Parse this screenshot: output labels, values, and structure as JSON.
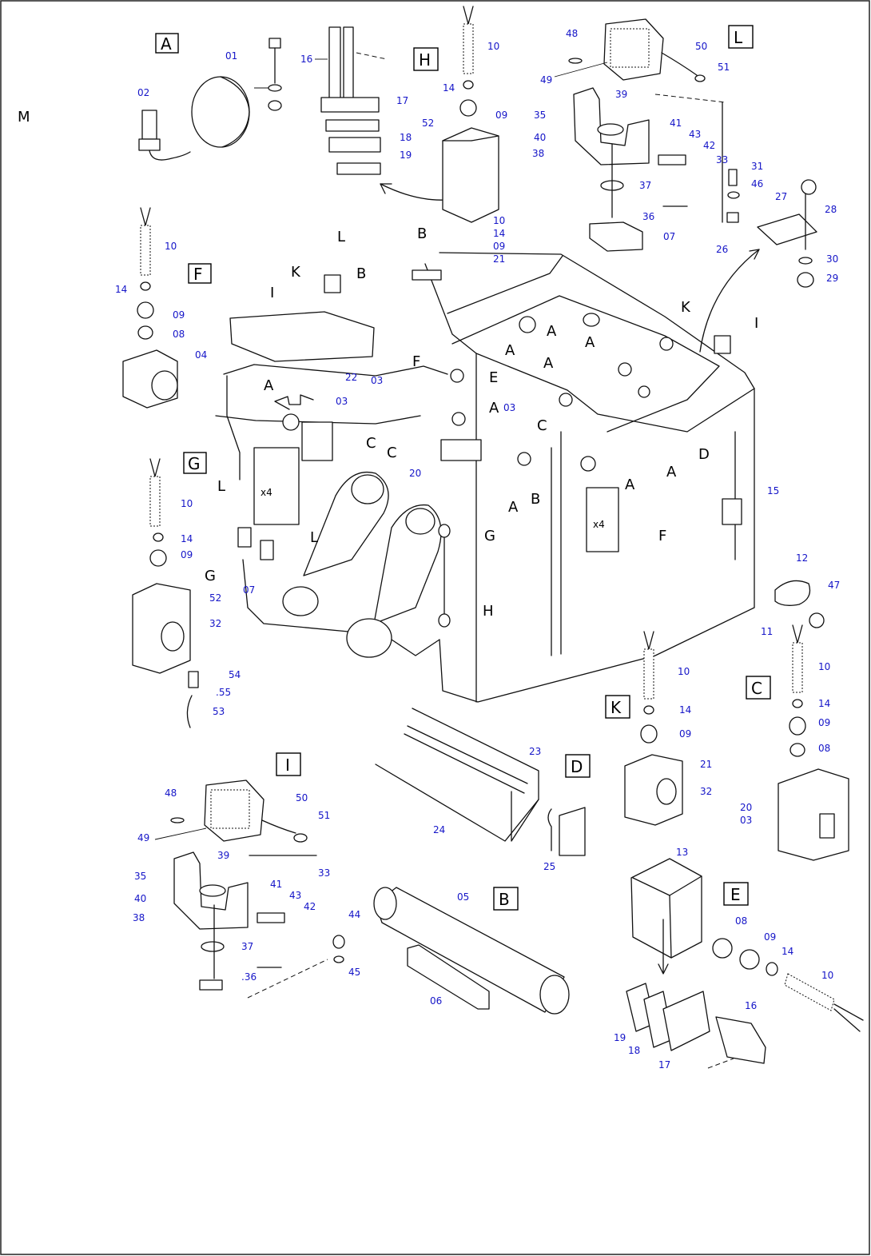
{
  "sheet_letter": "M",
  "views": [
    "A",
    "H",
    "L",
    "F",
    "G",
    "K",
    "C",
    "I",
    "D",
    "B",
    "E"
  ],
  "quantity_labels": [
    "x4",
    "x4"
  ],
  "arrow_labels": [
    "A",
    "A",
    "A",
    "A",
    "A",
    "A",
    "A",
    "A",
    "A",
    "B",
    "B",
    "B",
    "C",
    "C",
    "C",
    "D",
    "E",
    "F",
    "F",
    "G",
    "G",
    "H",
    "I",
    "I",
    "K",
    "K",
    "L",
    "L",
    "L"
  ],
  "callouts": {
    "c01": "01",
    "c02": "02",
    "c16a": "16",
    "c17a": "17",
    "c18a": "18",
    "c19a": "19",
    "h10": "10",
    "h14": "14",
    "h09": "09",
    "h52": "52",
    "s10": "10",
    "s14": "14",
    "s09": "09",
    "s21": "21",
    "l48": "48",
    "l49": "49",
    "l50": "50",
    "l51": "51",
    "l35": "35",
    "l40": "40",
    "l38": "38",
    "l39": "39",
    "l41": "41",
    "l43": "43",
    "l42": "42",
    "l33": "33",
    "l37": "37",
    "l36": "36",
    "l07": "07",
    "r31": "31",
    "r46": "46",
    "r26": "26",
    "r27": "27",
    "r28": "28",
    "r30": "30",
    "r29": "29",
    "f10": "10",
    "f14": "14",
    "f09": "09",
    "f08": "08",
    "f04": "04",
    "m22": "22",
    "m03a": "03",
    "m03b": "03",
    "m03c": "03",
    "m20": "20",
    "m15": "15",
    "g10": "10",
    "g14": "14",
    "g09": "09",
    "g52": "52",
    "g07": "07",
    "g32": "32",
    "g54": "54",
    "g55": ".55",
    "g53": "53",
    "k12": "12",
    "k47": "47",
    "k11": "11",
    "k10": "10",
    "k14": "14",
    "k09": "09",
    "k21": "21",
    "k32": "32",
    "c10": "10",
    "c14": "14",
    "c09": "09",
    "c08": "08",
    "c20": "20",
    "c03": "03",
    "d23": "23",
    "d24": "24",
    "d25": "25",
    "i48": "48",
    "i49": "49",
    "i50": "50",
    "i51": "51",
    "i35": "35",
    "i40": "40",
    "i38": "38",
    "i39": "39",
    "i41": "41",
    "i43": "43",
    "i42": "42",
    "i33": "33",
    "i37": "37",
    "i36": ".36",
    "i44": "44",
    "i45": "45",
    "b05": "05",
    "b06": "06",
    "e13": "13",
    "e08": "08",
    "e09": "09",
    "e14": "14",
    "e10": "10",
    "e19": "19",
    "e18": "18",
    "e17": "17",
    "e16": "16"
  },
  "colors": {
    "callout": "#1515c8",
    "line": "#111111",
    "frame": "#222222"
  }
}
